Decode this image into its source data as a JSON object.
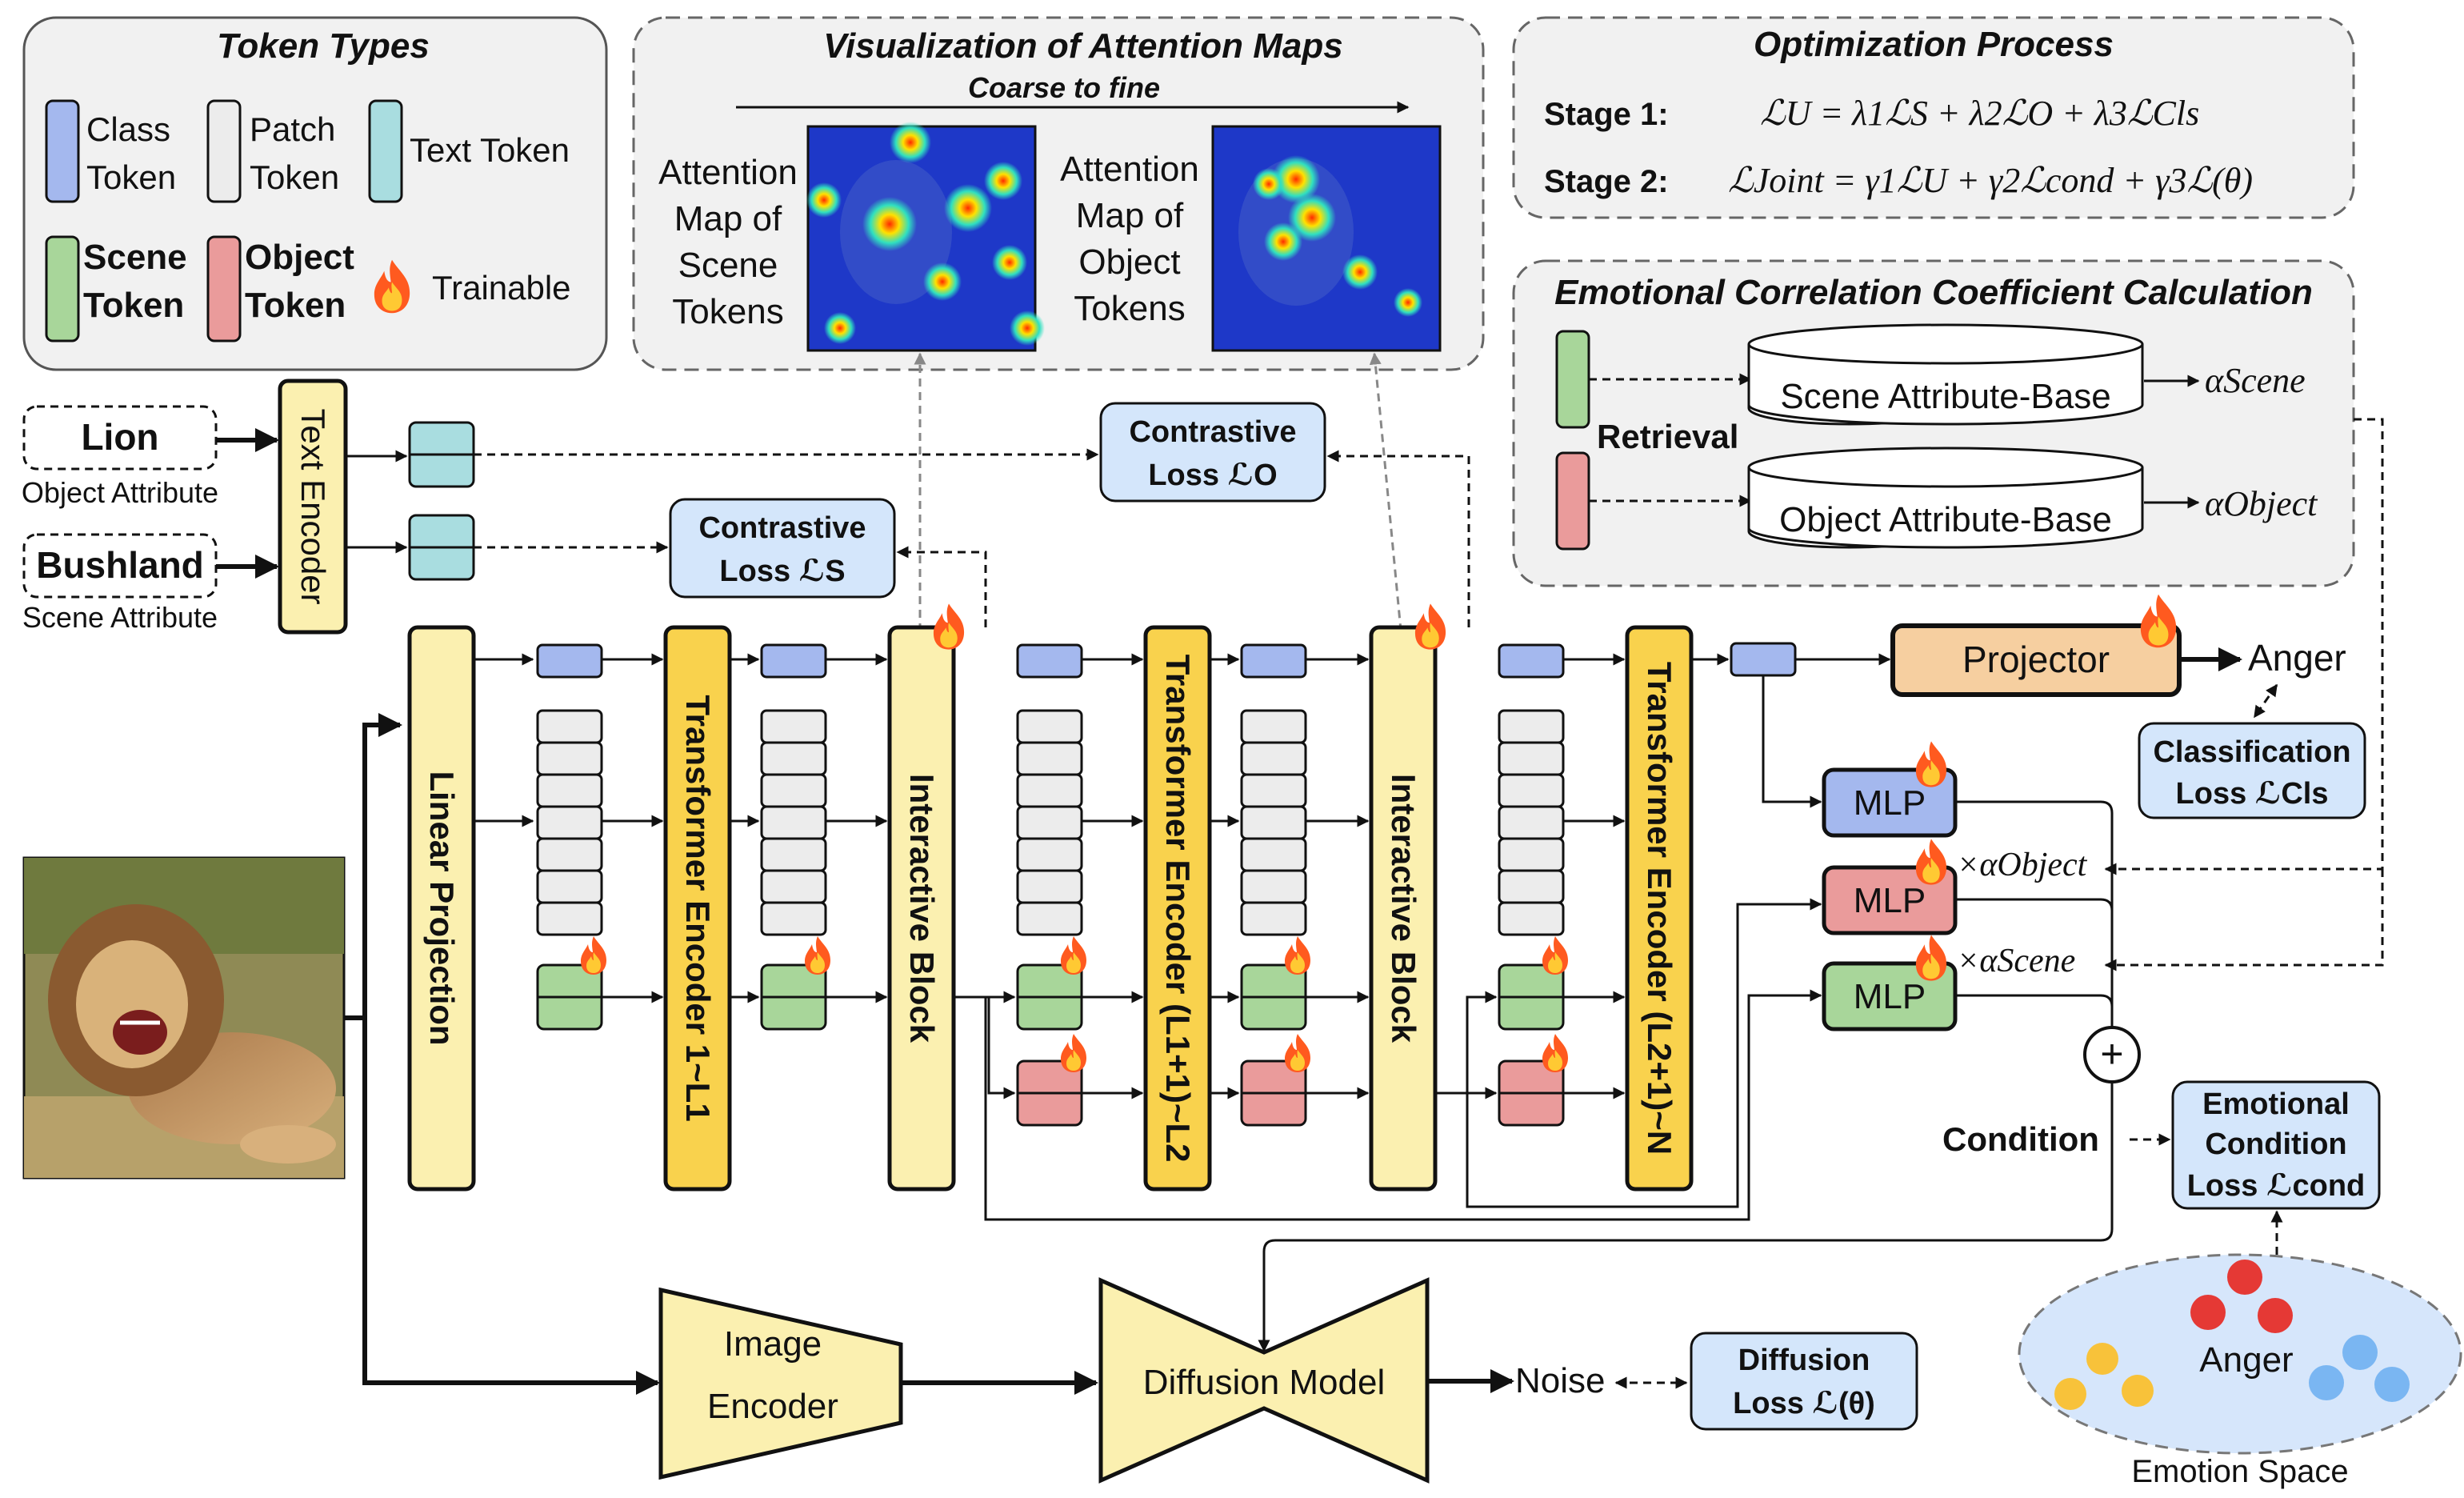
{
  "token_types": {
    "title": "Token Types",
    "class": [
      "Class",
      "Token"
    ],
    "patch": [
      "Patch",
      "Token"
    ],
    "text": "Text Token",
    "scene": [
      "Scene",
      "Token"
    ],
    "object": [
      "Object",
      "Token"
    ],
    "trainable": "Trainable"
  },
  "attention": {
    "title": "Visualization of Attention Maps",
    "subtitle": "Coarse to fine",
    "scene_label": [
      "Attention",
      "Map of",
      "Scene",
      "Tokens"
    ],
    "object_label": [
      "Attention",
      "Map of",
      "Object",
      "Tokens"
    ]
  },
  "optimization": {
    "title": "Optimization Process",
    "stage1_label": "Stage 1:",
    "stage2_label": "Stage 2:",
    "stage1_formula": "ℒU = λ1ℒS + λ2ℒO + λ3ℒCls",
    "stage2_formula": "ℒJoint = γ1ℒU + γ2ℒcond + γ3ℒ(θ)"
  },
  "ecc": {
    "title": "Emotional Correlation Coefficient Calculation",
    "retrieval": "Retrieval",
    "scene_base": "Scene Attribute-Base",
    "object_base": "Object Attribute-Base",
    "alpha_scene": "αScene",
    "alpha_object": "αObject"
  },
  "inputs": {
    "object_word": "Lion",
    "object_caption": "Object Attribute",
    "scene_word": "Bushland",
    "scene_caption": "Scene Attribute"
  },
  "modules": {
    "text_encoder": "Text Encoder",
    "linear_projection": "Linear Projection",
    "encoder1": "Transformer Encoder 1~L1",
    "interactive1": "Interactive Block",
    "encoder2": "Transformer Encoder (L1+1)~L2",
    "interactive2": "Interactive Block",
    "encoder3": "Transformer Encoder (L2+1)~N",
    "projector": "Projector",
    "mlp": "MLP",
    "image_encoder": [
      "Image",
      "Encoder"
    ],
    "diffusion": "Diffusion Model"
  },
  "losses": {
    "contrastive_o": [
      "Contrastive",
      "Loss ℒO"
    ],
    "contrastive_s": [
      "Contrastive",
      "Loss ℒS"
    ],
    "classification": [
      "Classification",
      "Loss ℒCls"
    ],
    "emotional": [
      "Emotional",
      "Condition",
      "Loss ℒcond"
    ],
    "diffusion": [
      "Diffusion",
      "Loss ℒ(θ)"
    ]
  },
  "outputs": {
    "anger": "Anger",
    "times_alpha_object": "×αObject",
    "times_alpha_scene": "×αScene",
    "plus": "+",
    "condition": "Condition",
    "noise": "Noise",
    "emotion_anger": "Anger",
    "emotion_space": "Emotion Space"
  },
  "colors": {
    "class_token": "#a4b8ee",
    "patch_token": "#ececec",
    "text_token": "#a9dde0",
    "scene_token": "#a8d69a",
    "object_token": "#ea9b9b",
    "module_yellow": "#fbf0b0",
    "encoder_gold": "#f9d24d",
    "projector": "#f6cfa0",
    "loss_blue": "#d4e6fb",
    "emotion_space": "#d6e6fb"
  }
}
